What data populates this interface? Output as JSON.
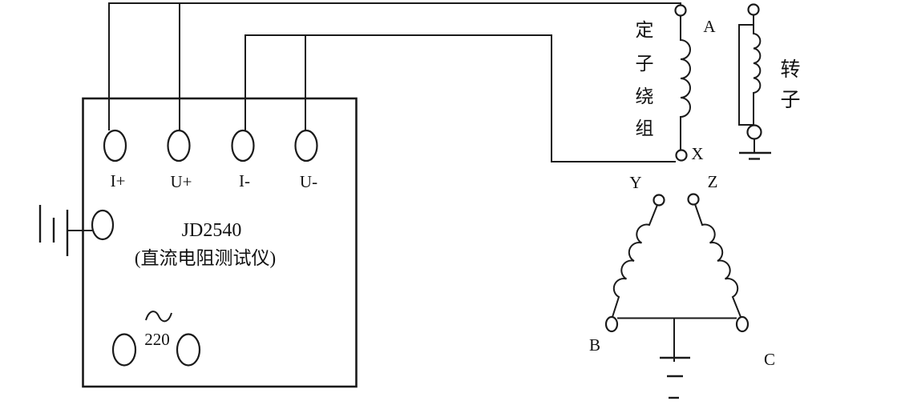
{
  "colors": {
    "line": "#1a1a1a",
    "background": "#ffffff"
  },
  "device": {
    "model": "JD2540",
    "name": "(直流电阻测试仪)",
    "power_label": "220",
    "terminals": [
      {
        "label": "I+"
      },
      {
        "label": "U+"
      },
      {
        "label": "I-"
      },
      {
        "label": "U-"
      }
    ]
  },
  "stator": {
    "terminal_top": "A",
    "terminal_bottom": "X",
    "label_chars": [
      "定",
      "子",
      "绕",
      "组"
    ]
  },
  "rotor": {
    "label_chars": [
      "转",
      "子"
    ]
  },
  "delta_winding": {
    "terminal_y": "Y",
    "terminal_z": "Z",
    "terminal_b": "B",
    "terminal_c": "C"
  }
}
